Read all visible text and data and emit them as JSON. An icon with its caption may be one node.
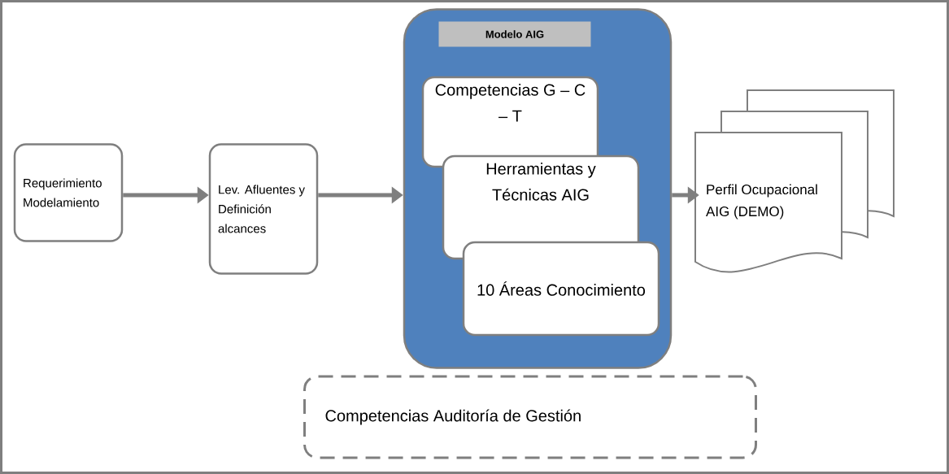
{
  "diagram": {
    "nodes": [
      {
        "text": [
          "Requerimiento Modelamiento"
        ]
      },
      {
        "text": [
          "Lev. Afluentes y Definición alcances"
        ]
      },
      {
        "text": [
          "Modelo AIG"
        ]
      },
      {
        "text": [
          "Competencias G – C – T"
        ],
        "in": 2
      },
      {
        "text": [
          "Herramientas y Técnicas AIG"
        ],
        "in": 2
      },
      {
        "text": [
          "10 Áreas Conocimiento"
        ],
        "in": 2
      },
      {
        "text": [
          "Perfil Ocupacional AIG (DEMO)"
        ]
      },
      {
        "text": [
          "Competencias  Auditoría de Gestión"
        ]
      }
    ],
    "edges": [
      {
        "from": 0,
        "to": 1,
        "arrow": "to"
      },
      {
        "from": 1,
        "to": 2,
        "arrow": "to"
      },
      {
        "from": 2,
        "to": 6,
        "arrow": "to"
      }
    ]
  }
}
